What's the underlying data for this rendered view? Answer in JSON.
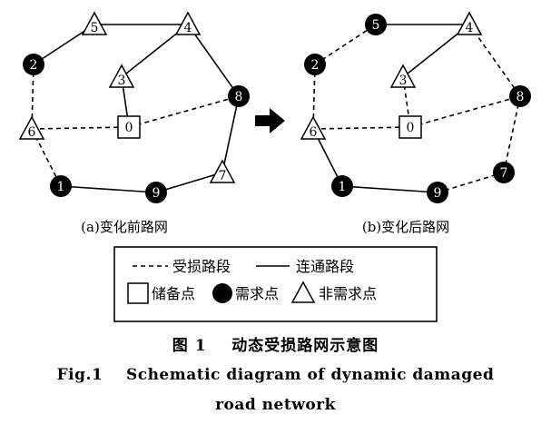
{
  "figure": {
    "panel_a_label": "(a)变化前路网",
    "panel_b_label": "(b)变化后路网",
    "caption_cn_number": "图 1",
    "caption_cn_text": "动态受损路网示意图",
    "caption_en_line1": "Fig.1    Schematic diagram of dynamic damaged",
    "caption_en_line2": "road network"
  },
  "legend": {
    "damaged_label": "受损路段",
    "connected_label": "连通路段",
    "reserve_label": "储备点",
    "demand_label": "需求点",
    "non_demand_label": "非需求点"
  },
  "node_types": {
    "0": "reserve",
    "1": "demand",
    "2": "demand",
    "3": "non_demand",
    "4": "non_demand",
    "5": "non_demand",
    "6": "non_demand",
    "7": "non_demand",
    "8": "demand",
    "9": "demand"
  },
  "panels": [
    {
      "id": "a",
      "node_type_overrides": {},
      "edges": [
        {
          "from": "2",
          "to": "5",
          "style": "solid"
        },
        {
          "from": "5",
          "to": "4",
          "style": "solid"
        },
        {
          "from": "4",
          "to": "3",
          "style": "solid"
        },
        {
          "from": "3",
          "to": "0",
          "style": "solid"
        },
        {
          "from": "4",
          "to": "8",
          "style": "solid"
        },
        {
          "from": "8",
          "to": "7",
          "style": "solid"
        },
        {
          "from": "7",
          "to": "9",
          "style": "solid"
        },
        {
          "from": "9",
          "to": "1",
          "style": "solid"
        },
        {
          "from": "2",
          "to": "6",
          "style": "dashed"
        },
        {
          "from": "6",
          "to": "0",
          "style": "dashed"
        },
        {
          "from": "0",
          "to": "8",
          "style": "dashed"
        },
        {
          "from": "6",
          "to": "1",
          "style": "dashed"
        }
      ]
    },
    {
      "id": "b",
      "node_type_overrides": {
        "5": "demand",
        "7": "demand"
      },
      "edges": [
        {
          "from": "2",
          "to": "5",
          "style": "dashed"
        },
        {
          "from": "5",
          "to": "4",
          "style": "solid"
        },
        {
          "from": "4",
          "to": "3",
          "style": "solid"
        },
        {
          "from": "3",
          "to": "0",
          "style": "dashed"
        },
        {
          "from": "4",
          "to": "8",
          "style": "dashed"
        },
        {
          "from": "8",
          "to": "7",
          "style": "dashed"
        },
        {
          "from": "7",
          "to": "9",
          "style": "dashed"
        },
        {
          "from": "9",
          "to": "1",
          "style": "solid"
        },
        {
          "from": "2",
          "to": "6",
          "style": "dashed"
        },
        {
          "from": "6",
          "to": "0",
          "style": "dashed"
        },
        {
          "from": "0",
          "to": "8",
          "style": "dashed"
        },
        {
          "from": "6",
          "to": "1",
          "style": "solid"
        }
      ]
    }
  ]
}
